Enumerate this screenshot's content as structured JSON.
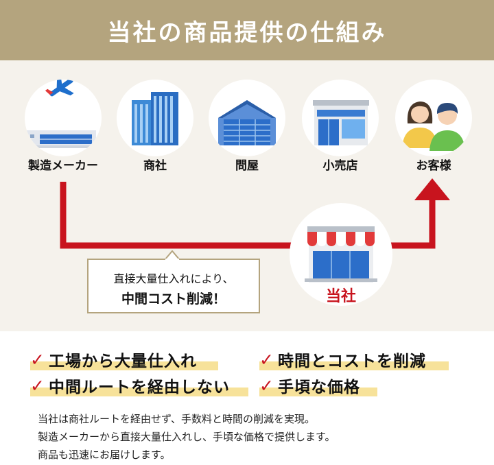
{
  "banner": {
    "title": "当社の商品提供の仕組み"
  },
  "flow": {
    "steps": [
      {
        "label": "製造メーカー",
        "icon": "factory-airplane-icon"
      },
      {
        "label": "商社",
        "icon": "office-building-icon"
      },
      {
        "label": "問屋",
        "icon": "warehouse-icon"
      },
      {
        "label": "小売店",
        "icon": "retail-store-icon"
      },
      {
        "label": "お客様",
        "icon": "customers-icon"
      }
    ],
    "company": {
      "label": "当社",
      "icon": "shop-awning-icon"
    },
    "bubble": {
      "line1": "直接大量仕入れにより、",
      "line2": "中間コスト削減！"
    }
  },
  "points": [
    {
      "text": "工場から大量仕入れ"
    },
    {
      "text": "時間とコストを削減"
    },
    {
      "text": "中間ルートを経由しない"
    },
    {
      "text": "手頃な価格"
    }
  ],
  "description": {
    "line1": "当社は商社ルートを経由せず、手数料と時間の削減を実現。",
    "line2": "製造メーカーから直接大量仕入れし、手頃な価格で提供します。",
    "line3": "商品も迅速にお届けします。"
  },
  "colors": {
    "banner": "#b4a47e",
    "background": "#f5f2ec",
    "accent_red": "#c8141e",
    "highlight": "#f7e29a"
  }
}
